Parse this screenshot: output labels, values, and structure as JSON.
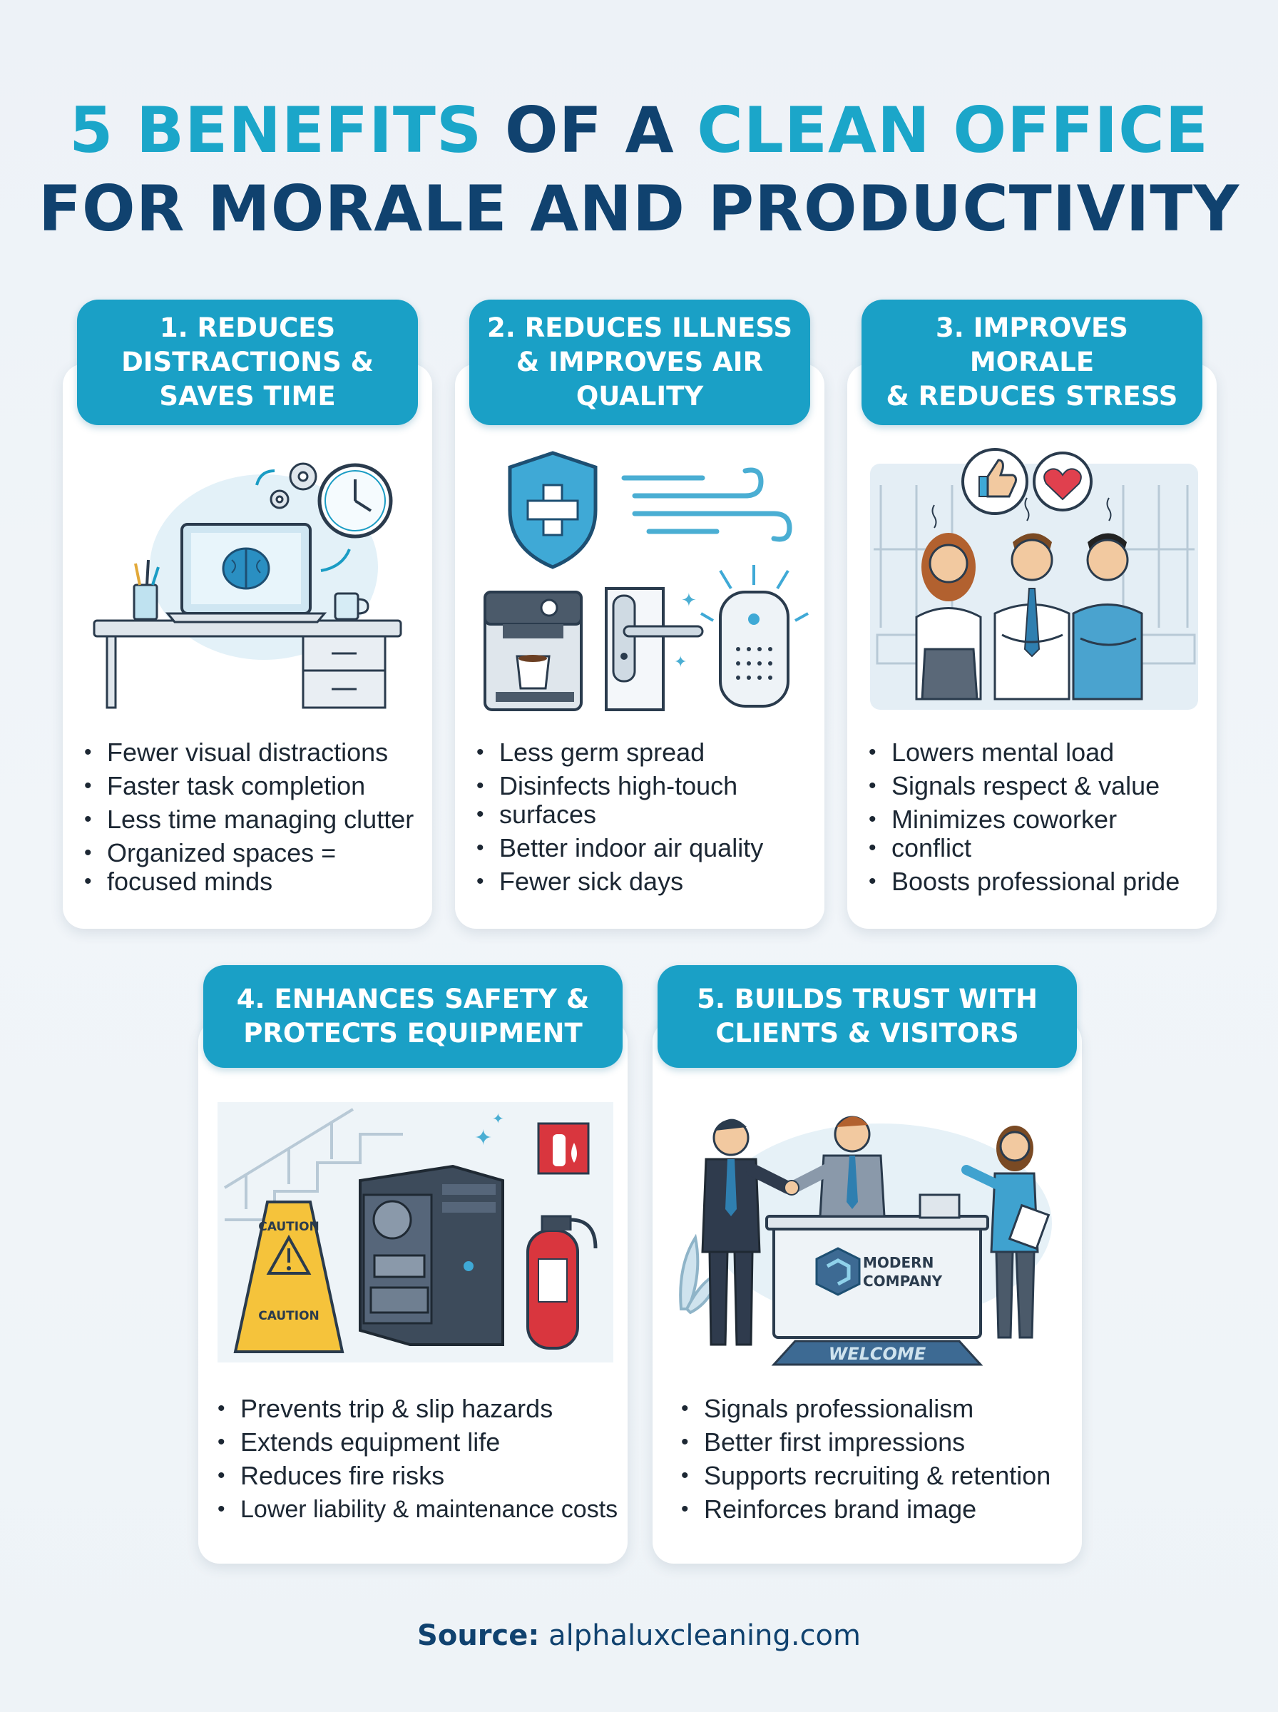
{
  "title": {
    "l1_a": "5 BENEFITS",
    "l1_b": " OF A ",
    "l1_c": "CLEAN OFFICE",
    "l2": "FOR MORALE AND PRODUCTIVITY"
  },
  "colors": {
    "accent": "#1aa0c6",
    "title_dark": "#10426f",
    "title_light": "#1ba6c9"
  },
  "cards": [
    {
      "title_lines": [
        "1. REDUCES",
        "DISTRACTIONS &",
        "SAVES TIME"
      ],
      "icons": [
        "desk-icon",
        "laptop-icon",
        "brain-icon",
        "clock-icon",
        "gears-icon",
        "mug-icon",
        "pencil-cup-icon"
      ],
      "bullets": [
        "Fewer visual distractions",
        "Faster task completion",
        "Less time managing clutter",
        "Organized spaces =",
        "focused minds"
      ]
    },
    {
      "title_lines": [
        "2. REDUCES ILLNESS",
        "& IMPROVES AIR",
        "QUALITY"
      ],
      "icons": [
        "shield-cross-icon",
        "wind-icon",
        "coffee-machine-icon",
        "door-handle-icon",
        "air-purifier-icon"
      ],
      "bullets": [
        "Less germ spread",
        "Disinfects high-touch",
        "surfaces",
        "Better indoor air quality",
        "Fewer sick days"
      ]
    },
    {
      "title_lines": [
        "3. IMPROVES MORALE",
        "& REDUCES STRESS"
      ],
      "icons": [
        "thumbs-up-icon",
        "heart-icon",
        "team-icon",
        "office-background-icon"
      ],
      "bullets": [
        "Lowers mental load",
        "Signals respect & value",
        "Minimizes coworker",
        "conflict",
        "Boosts professional pride"
      ]
    },
    {
      "title_lines": [
        "4. ENHANCES SAFETY &",
        "PROTECTS EQUIPMENT"
      ],
      "icons": [
        "caution-sign-icon",
        "computer-tower-icon",
        "fire-extinguisher-icon",
        "fire-sign-icon",
        "stairs-icon"
      ],
      "caution_text": "CAUTION",
      "bullets": [
        "Prevents trip & slip hazards",
        "Extends equipment life",
        "Reduces fire risks",
        "Lower liability & maintenance costs"
      ]
    },
    {
      "title_lines": [
        "5. BUILDS TRUST WITH",
        "CLIENTS & VISITORS"
      ],
      "icons": [
        "handshake-icon",
        "reception-desk-icon",
        "company-logo-icon",
        "welcome-mat-icon",
        "plant-icon"
      ],
      "company_line1": "MODERN",
      "company_line2": "COMPANY",
      "mat_text": "WELCOME",
      "bullets": [
        "Signals professionalism",
        "Better first impressions",
        "Supports recruiting & retention",
        "Reinforces brand image"
      ]
    }
  ],
  "source": {
    "label": "Source:",
    "value": " alphaluxcleaning.com"
  }
}
